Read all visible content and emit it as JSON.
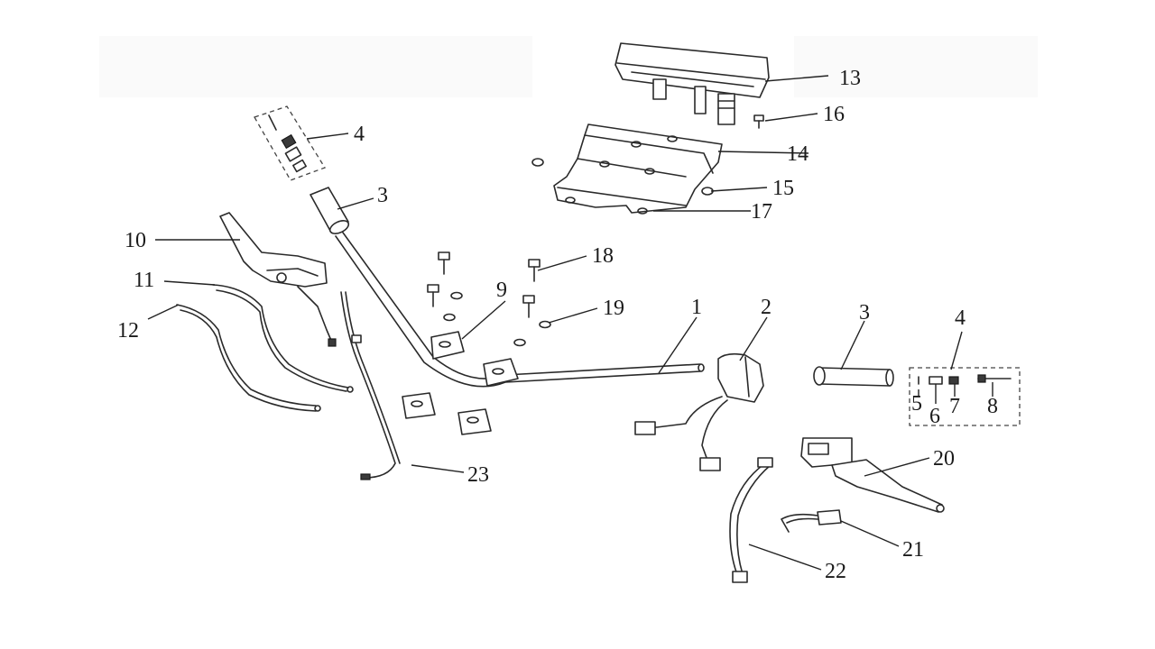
{
  "diagram": {
    "callouts": [
      {
        "id": "c1",
        "label": "1"
      },
      {
        "id": "c2",
        "label": "2"
      },
      {
        "id": "c3a",
        "label": "3"
      },
      {
        "id": "c3b",
        "label": "3"
      },
      {
        "id": "c4a",
        "label": "4"
      },
      {
        "id": "c4b",
        "label": "4"
      },
      {
        "id": "c5",
        "label": "5"
      },
      {
        "id": "c6",
        "label": "6"
      },
      {
        "id": "c7",
        "label": "7"
      },
      {
        "id": "c8",
        "label": "8"
      },
      {
        "id": "c9",
        "label": "9"
      },
      {
        "id": "c10",
        "label": "10"
      },
      {
        "id": "c11",
        "label": "11"
      },
      {
        "id": "c12",
        "label": "12"
      },
      {
        "id": "c13",
        "label": "13"
      },
      {
        "id": "c14",
        "label": "14"
      },
      {
        "id": "c15",
        "label": "15"
      },
      {
        "id": "c16",
        "label": "16"
      },
      {
        "id": "c17",
        "label": "17"
      },
      {
        "id": "c18",
        "label": "18"
      },
      {
        "id": "c19",
        "label": "19"
      },
      {
        "id": "c20",
        "label": "20"
      },
      {
        "id": "c21",
        "label": "21"
      },
      {
        "id": "c22",
        "label": "22"
      },
      {
        "id": "c23",
        "label": "23"
      }
    ]
  }
}
